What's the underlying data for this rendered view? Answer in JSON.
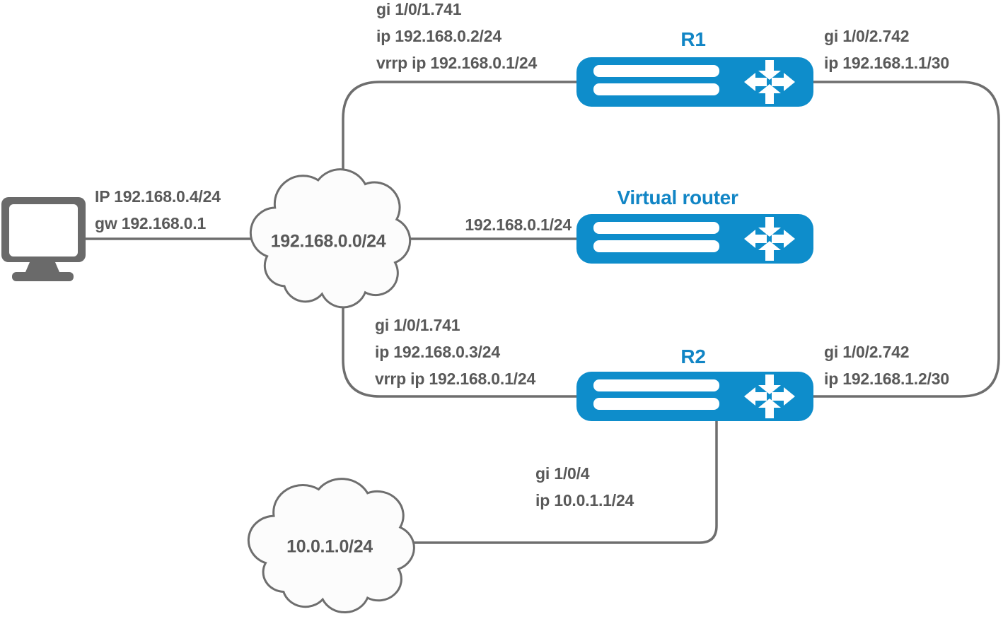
{
  "colors": {
    "accent-blue": "#0E8DCB",
    "accent-blue-dark": "#1185C5",
    "line-gray": "#6E6E6E",
    "text-gray": "#595959",
    "icon-gray": "#6A6A6A",
    "cloud-fill": "#FCFCFC"
  },
  "pc": {
    "lines": [
      "IP 192.168.0.4/24",
      "gw 192.168.0.1"
    ]
  },
  "lan_cloud": {
    "label": "192.168.0.0/24"
  },
  "remote_cloud": {
    "label": "10.0.1.0/24"
  },
  "r1": {
    "name": "R1",
    "left": [
      "gi 1/0/1.741",
      "ip 192.168.0.2/24",
      "vrrp ip 192.168.0.1/24"
    ],
    "right": [
      "gi 1/0/2.742",
      "ip 192.168.1.1/30"
    ]
  },
  "virtual_router": {
    "name": "Virtual router",
    "ip_label": "192.168.0.1/24"
  },
  "r2": {
    "name": "R2",
    "left": [
      "gi 1/0/1.741",
      "ip 192.168.0.3/24",
      "vrrp ip 192.168.0.1/24"
    ],
    "right": [
      "gi 1/0/2.742",
      "ip 192.168.1.2/30"
    ],
    "bottom": [
      "gi 1/0/4",
      "ip 10.0.1.1/24"
    ]
  }
}
